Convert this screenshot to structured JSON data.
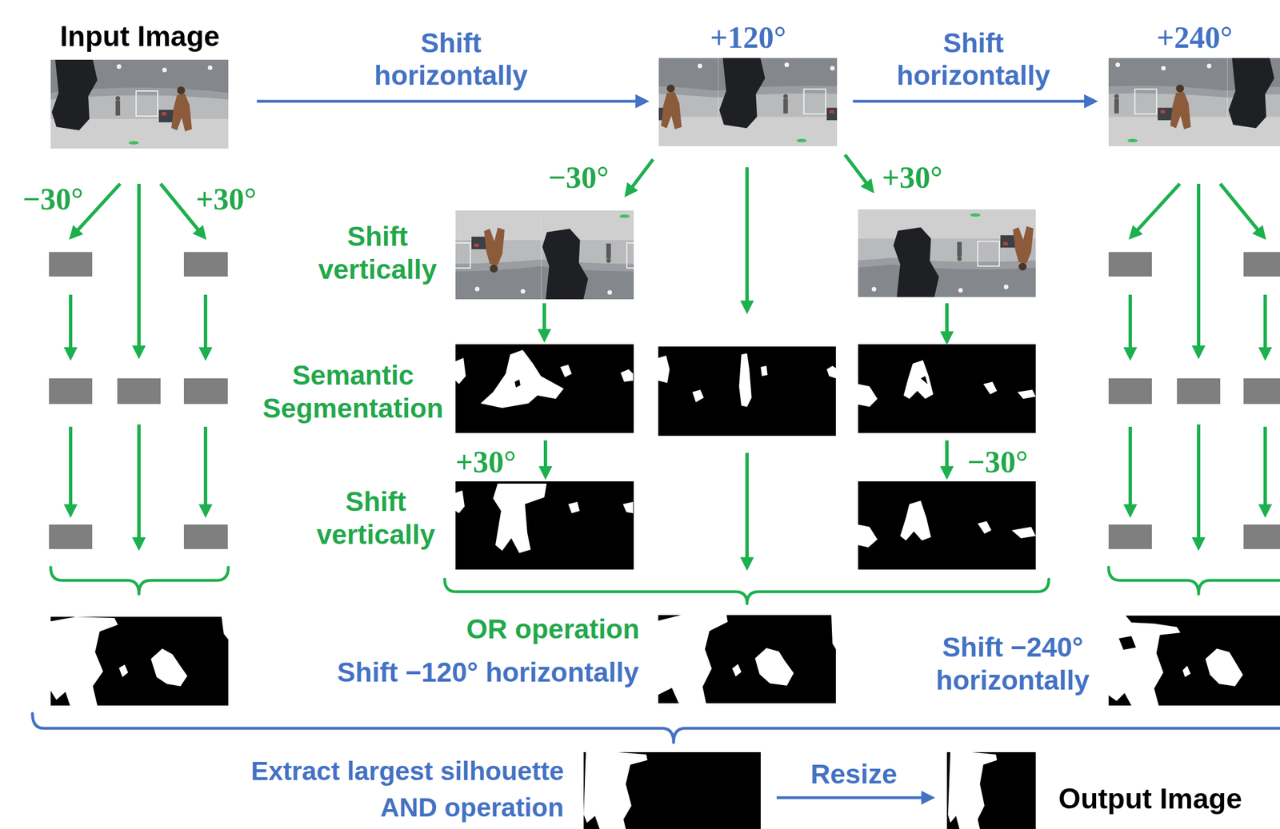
{
  "diagram": {
    "nodes": [
      {
        "text": [
          "Input Image"
        ]
      },
      {
        "text": [
          "+120°"
        ]
      },
      {
        "text": [
          "+240°"
        ]
      },
      {
        "text": [
          "OR operation",
          "Shift −120° horizontally"
        ]
      },
      {
        "text": [
          "Shift −240° horizontally"
        ]
      },
      {
        "text": [
          "Extract largest silhouette",
          "AND operation"
        ]
      },
      {
        "text": [
          "Output Image"
        ]
      }
    ],
    "edges": [
      {
        "from": 0,
        "to": 1,
        "label": "Shift horizontally",
        "arrow": "to"
      },
      {
        "from": 1,
        "to": 2,
        "label": "Shift horizontally",
        "arrow": "to"
      },
      {
        "from": 5,
        "to": 6,
        "label": "Resize",
        "arrow": "to"
      }
    ],
    "labels": [
      "−30°",
      "+30°",
      "−30°",
      "+30°",
      "Shift vertically",
      "Semantic Segmentation",
      "+30°",
      "−30°",
      "Shift vertically"
    ]
  }
}
